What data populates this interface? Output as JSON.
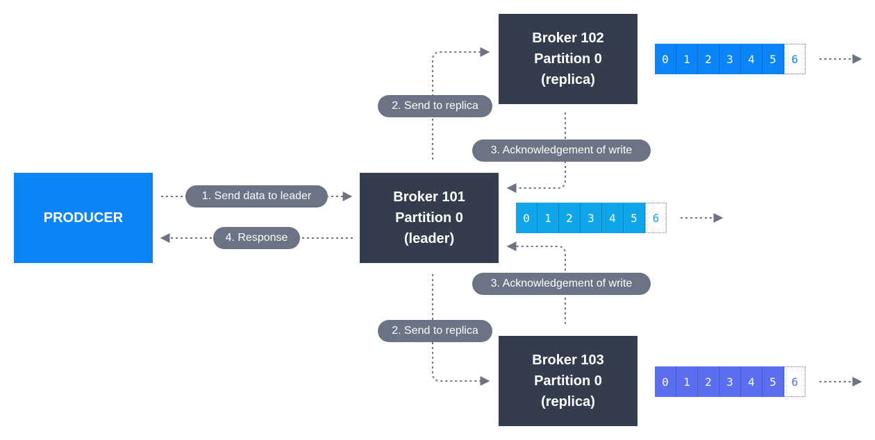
{
  "producer": {
    "label": "PRODUCER"
  },
  "brokers": {
    "b102": {
      "line1": "Broker 102",
      "line2": "Partition 0",
      "line3": "(replica)"
    },
    "b101": {
      "line1": "Broker 101",
      "line2": "Partition 0",
      "line3": "(leader)"
    },
    "b103": {
      "line1": "Broker 103",
      "line2": "Partition 0",
      "line3": "(replica)"
    }
  },
  "labels": {
    "send_to_leader": "1. Send data to leader",
    "send_to_replica": "2. Send to replica",
    "acknowledgement": "3. Acknowledgement of write",
    "response": "4. Response"
  },
  "logs": {
    "committed": [
      "0",
      "1",
      "2",
      "3",
      "4",
      "5"
    ],
    "next": "6"
  },
  "colors": {
    "producer": "#0b84f8",
    "broker": "#333d4d",
    "pill": "#6b7384",
    "log_b102": "#0b84f8",
    "log_b101": "#0ea5e9",
    "log_b103": "#5b6ef0",
    "arrow": "#6b7384"
  }
}
